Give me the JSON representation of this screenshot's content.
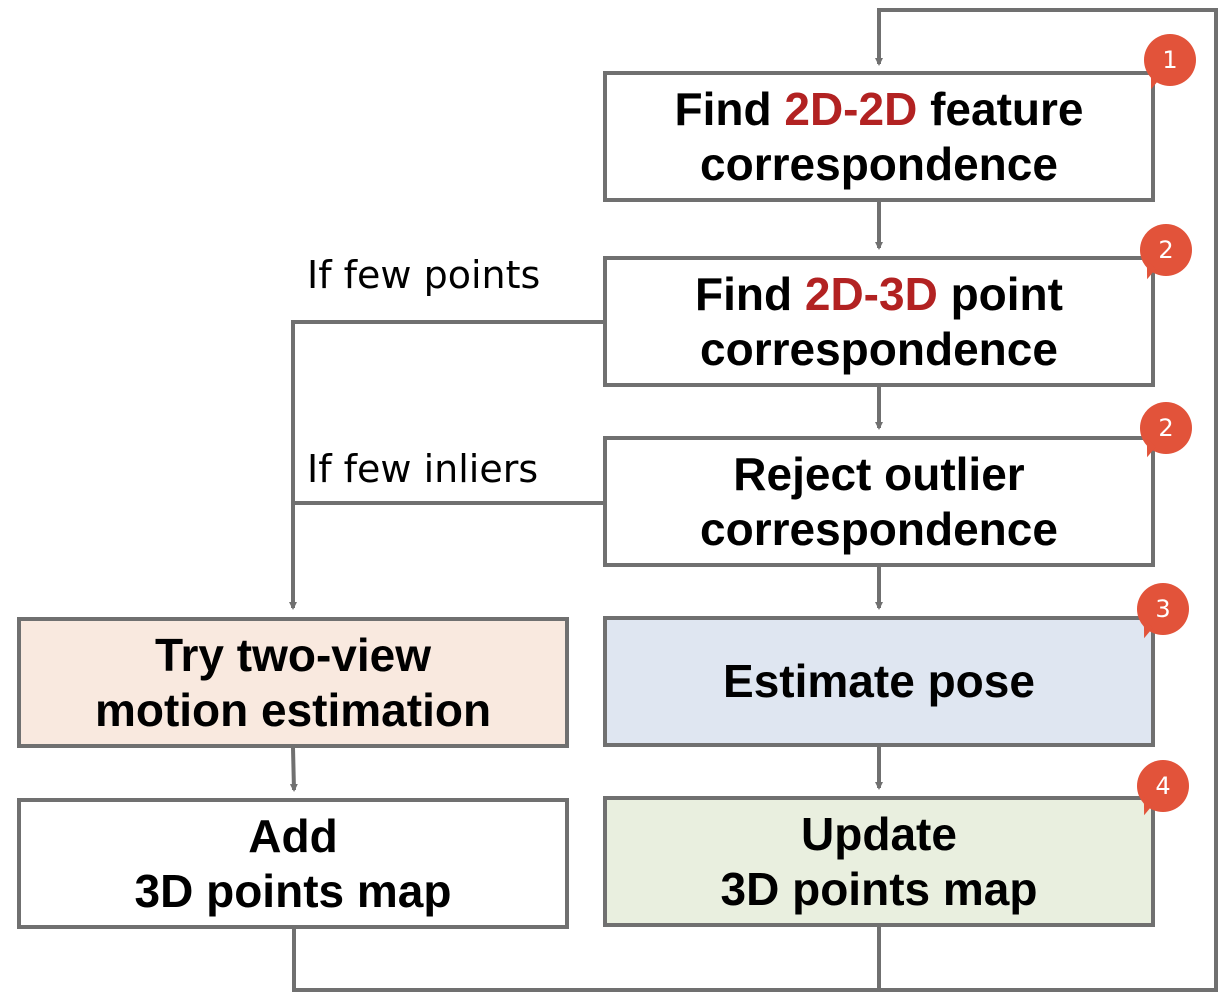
{
  "nodes": {
    "find_2d2d": {
      "pre": "Find ",
      "hl": "2D-2D",
      "post": " feature",
      "line2": "correspondence",
      "badge": "1"
    },
    "find_2d3d": {
      "pre": "Find ",
      "hl": "2D-3D",
      "post": " point",
      "line2": "correspondence",
      "badge": "2"
    },
    "reject": {
      "line1": "Reject outlier",
      "line2": "correspondence",
      "badge": "2"
    },
    "estimate": {
      "line1": "Estimate pose",
      "badge": "3"
    },
    "update": {
      "line1": "Update",
      "line2": "3D points map",
      "badge": "4"
    },
    "try_two_view": {
      "line1": "Try two-view",
      "line2": "motion estimation"
    },
    "add": {
      "line1": "Add",
      "line2": "3D points map"
    }
  },
  "edge_labels": {
    "few_points": "If few points",
    "few_inliers": "If few inliers"
  },
  "colors": {
    "highlight": "#b22222",
    "badge": "#e2533a",
    "line": "#707070",
    "estimate_fill": "#dfe6f1",
    "update_fill": "#e9efdf",
    "try_fill": "#f9e9df"
  }
}
